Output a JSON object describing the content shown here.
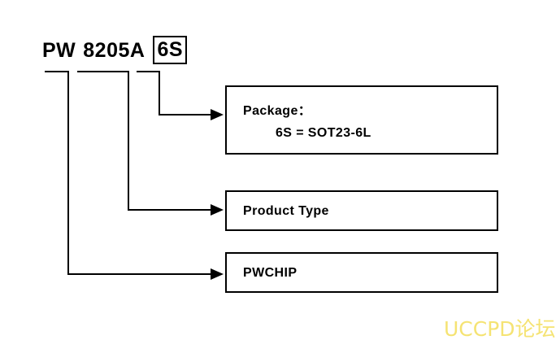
{
  "figure": {
    "type": "part-number-decoder-diagram",
    "background_color": "#ffffff",
    "line_color": "#000000"
  },
  "part_number": {
    "prefix": "PW",
    "core": "8205A",
    "suffix": "6S",
    "full": "PW 8205A 6S"
  },
  "callouts": [
    {
      "id": "package",
      "title": "Package：",
      "option": "6S = SOT23-6L",
      "source_segment": "6S"
    },
    {
      "id": "product-type",
      "title": "Product Type",
      "source_segment": "8205A"
    },
    {
      "id": "pwchip",
      "title": "PWCHIP",
      "source_segment": "PW"
    }
  ],
  "watermark": {
    "text": "UCCPD论坛",
    "color": "#f5e373"
  }
}
